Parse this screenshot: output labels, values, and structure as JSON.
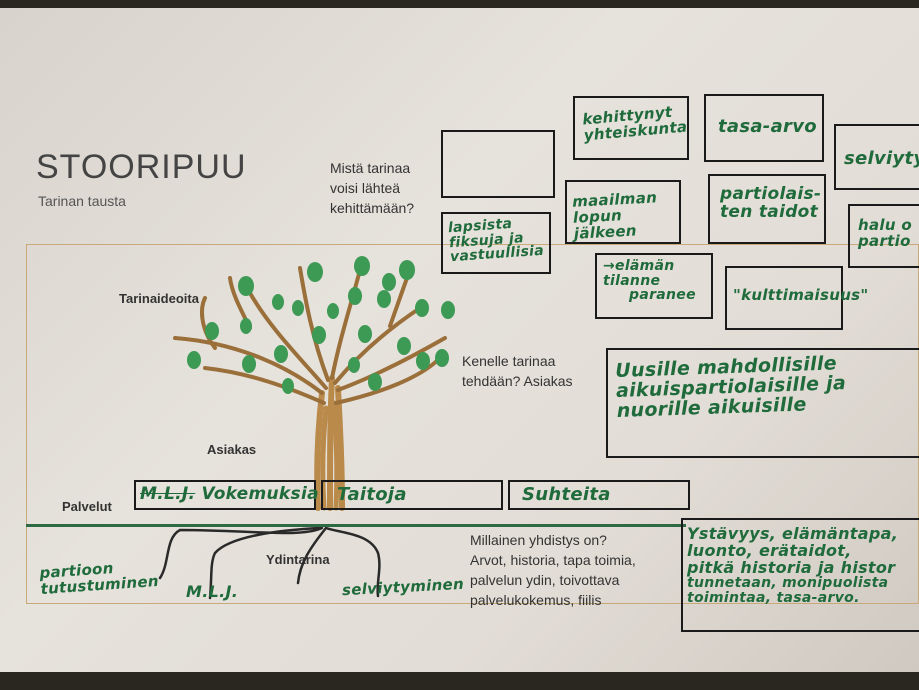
{
  "poster": {
    "title": "STOORIPUU",
    "subtitle": "Tarinan tausta",
    "q_source": [
      "Mistä tarinaa",
      "voisi lähteä",
      "kehittämään?"
    ],
    "q_customer": [
      "Kenelle tarinaa",
      "tehdään? Asiakas"
    ],
    "q_core": [
      "Millainen yhdistys on?",
      "Arvot, historia, tapa toimia,",
      "palvelun ydin, toivottava",
      "palvelukokemus, fiilis"
    ],
    "label_ideas": "Tarinaideoita",
    "label_customer": "Asiakas",
    "label_services": "Palvelut",
    "label_core": "Ydintarina"
  },
  "notes": {
    "developed": [
      "kehittynyt",
      "yhteiskunta"
    ],
    "equality": "tasa-arvo",
    "clarify": "selviyty",
    "apocalypse": [
      "maailman",
      "lopun jälkeen"
    ],
    "scout_skills": [
      "partiolais-",
      "ten taidot"
    ],
    "desire": [
      "halu o",
      "partio"
    ],
    "children": [
      "lapsista",
      "fiksuja ja",
      "vastuullisia"
    ],
    "life": [
      "→elämän",
      "tilanne",
      "paranee"
    ],
    "cult": "\"kulttimaisuus\"",
    "customers": [
      "Uusille mahdollisille",
      "aikuispartiolaisille ja",
      "nuorille aikuisille"
    ],
    "service1_strike": "M.L.J.",
    "service1": "Vokemuksia",
    "service2": "Taitoja",
    "service3": "Suhteita",
    "root1": [
      "partioon",
      "tutustuminen"
    ],
    "root2": "M.L.J.",
    "root3": "selviytyminen",
    "core": [
      "Ystävyys, elämäntapa,",
      "luonto, erätaidot,",
      "pitkä historia ja histor",
      "tunnetaan, monipuolista",
      "toimintaa, tasa-arvo."
    ]
  },
  "colors": {
    "ink_green": "#1f6b3c",
    "trunk": "#b98a4a",
    "leaf": "#3d9a55",
    "frame": "#c9a97a"
  }
}
